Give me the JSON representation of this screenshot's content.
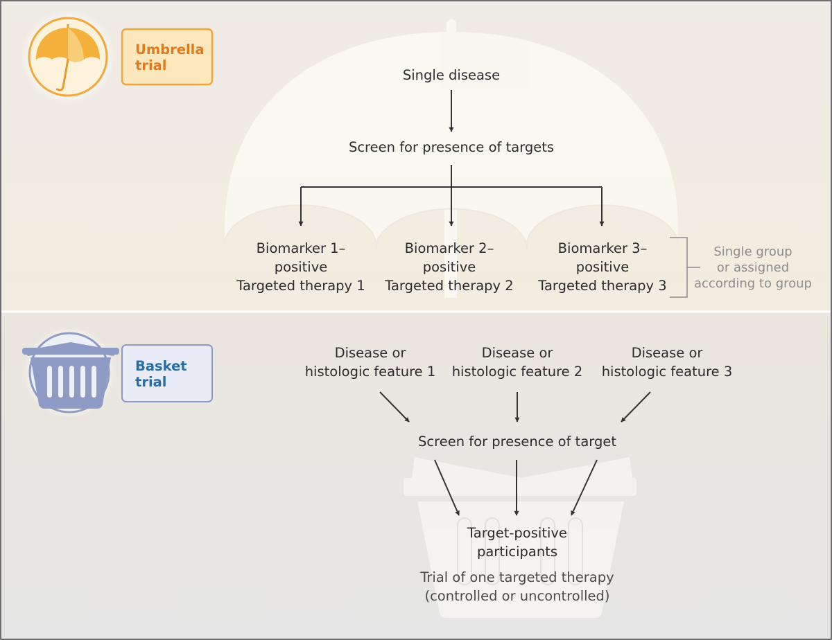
{
  "umbrella": {
    "badge_label": [
      "Umbrella",
      "trial"
    ],
    "start": "Single disease",
    "screen": "Screen for presence of targets",
    "groups": [
      {
        "line1": "Biomarker 1–",
        "line2": "positive",
        "line3": "Targeted therapy 1"
      },
      {
        "line1": "Biomarker 2–",
        "line2": "positive",
        "line3": "Targeted therapy 2"
      },
      {
        "line1": "Biomarker 3–",
        "line2": "positive",
        "line3": "Targeted therapy 3"
      }
    ],
    "side_note": [
      "Single group",
      "or assigned",
      "according to group"
    ]
  },
  "basket": {
    "badge_label": [
      "Basket",
      "trial"
    ],
    "diseases": [
      {
        "line1": "Disease or",
        "line2": "histologic feature 1"
      },
      {
        "line1": "Disease or",
        "line2": "histologic feature 2"
      },
      {
        "line1": "Disease or",
        "line2": "histologic feature 3"
      }
    ],
    "screen": "Screen for presence of target",
    "result": [
      "Target-positive",
      "participants"
    ],
    "trial": [
      "Trial of one targeted therapy",
      "(controlled or uncontrolled)"
    ]
  },
  "colors": {
    "umbrella_accent": "#e07a1f",
    "umbrella_icon": "#f4b13c",
    "basket_accent": "#2a6ea6",
    "basket_icon": "#8e9bc4",
    "arrow": "#333333"
  }
}
